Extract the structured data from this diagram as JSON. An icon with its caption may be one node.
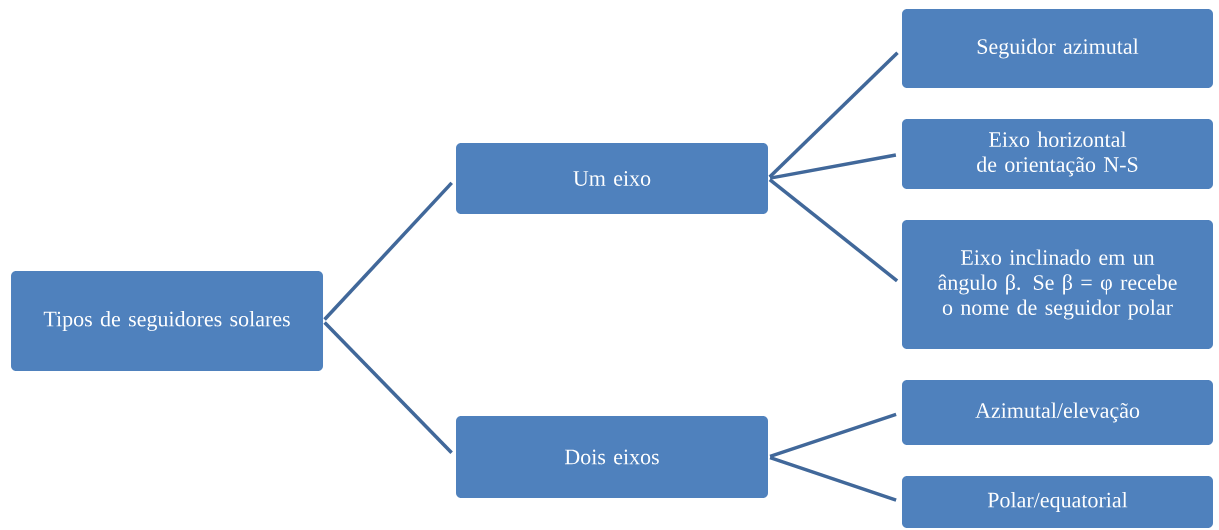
{
  "diagram": {
    "nodes": [
      {
        "text": [
          "Tipos de seguidores solares"
        ]
      },
      {
        "text": [
          "Um eixo"
        ]
      },
      {
        "text": [
          "Dois eixos"
        ]
      },
      {
        "text": [
          "Seguidor azimutal"
        ]
      },
      {
        "text": [
          "Eixo horizontal de orientação N-S"
        ]
      },
      {
        "text": [
          "Eixo inclinado em un ângulo β. Se β = φ recebe o nome de seguidor polar"
        ]
      },
      {
        "text": [
          "Azimutal/elevação"
        ]
      },
      {
        "text": [
          "Polar/equatorial"
        ]
      }
    ],
    "edges": [
      {
        "from": 0,
        "to": 1,
        "arrow": "none"
      },
      {
        "from": 0,
        "to": 2,
        "arrow": "none"
      },
      {
        "from": 1,
        "to": 3,
        "arrow": "none"
      },
      {
        "from": 1,
        "to": 4,
        "arrow": "none"
      },
      {
        "from": 1,
        "to": 5,
        "arrow": "none"
      },
      {
        "from": 2,
        "to": 6,
        "arrow": "none"
      },
      {
        "from": 2,
        "to": 7,
        "arrow": "none"
      }
    ]
  }
}
